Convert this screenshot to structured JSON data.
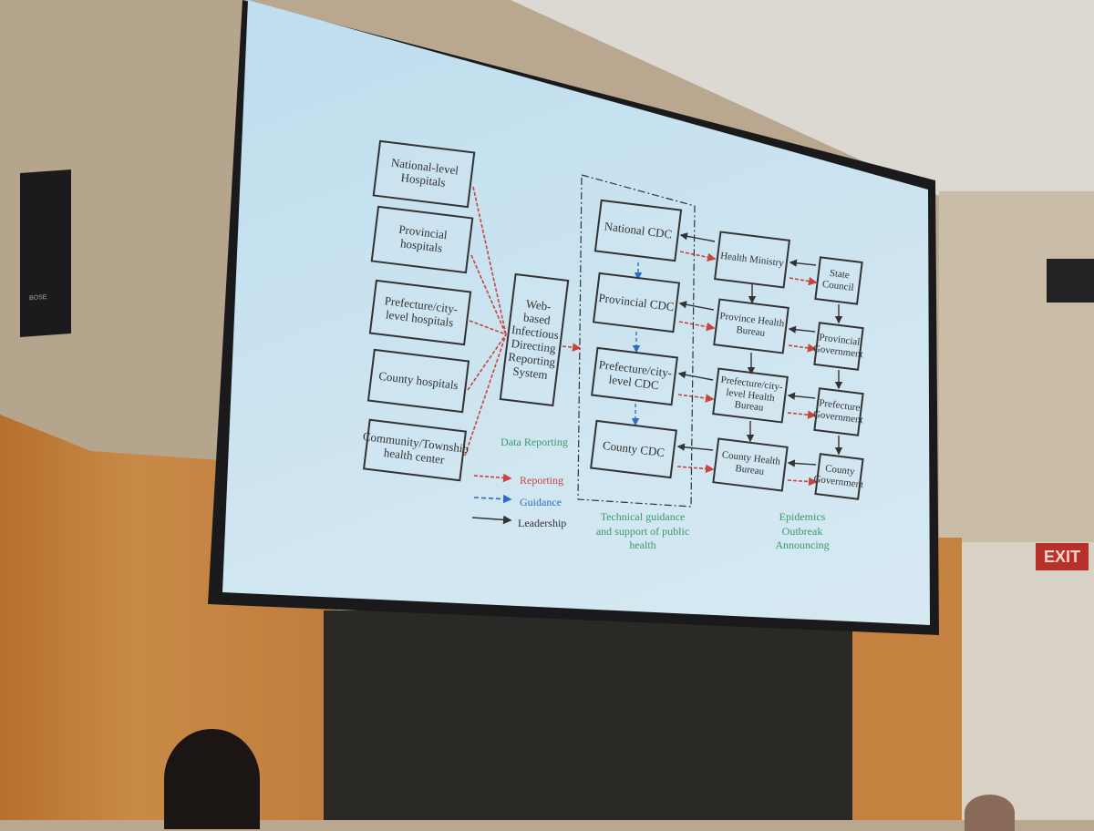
{
  "diagram": {
    "sources": [
      "National-level Hospitals",
      "Provincial hospitals",
      "Prefecture/city-level hospitals",
      "County hospitals",
      "Community/Township health center"
    ],
    "system": "Web-based Infectious Directing Reporting System",
    "cdc": [
      "National CDC",
      "Provincial CDC",
      "Prefecture/city-level CDC",
      "County CDC"
    ],
    "bureaus": [
      "Health Ministry",
      "Province Health Bureau",
      "Prefecture/city-level Health Bureau",
      "County Health Bureau"
    ],
    "governments": [
      "State Council",
      "Provincial Government",
      "Prefecture Government",
      "County Government"
    ],
    "labels": {
      "data_reporting": "Data Reporting",
      "technical": "Technical guidance and support of public health",
      "epidemics": "Epidemics Outbreak Announcing"
    },
    "legend": [
      {
        "label": "Reporting",
        "color": "#c8453a"
      },
      {
        "label": "Guidance",
        "color": "#2b6fc0"
      },
      {
        "label": "Leadership",
        "color": "#333333"
      }
    ]
  },
  "room": {
    "exit_sign": "EXIT",
    "speaker_brand": "BOSE"
  }
}
